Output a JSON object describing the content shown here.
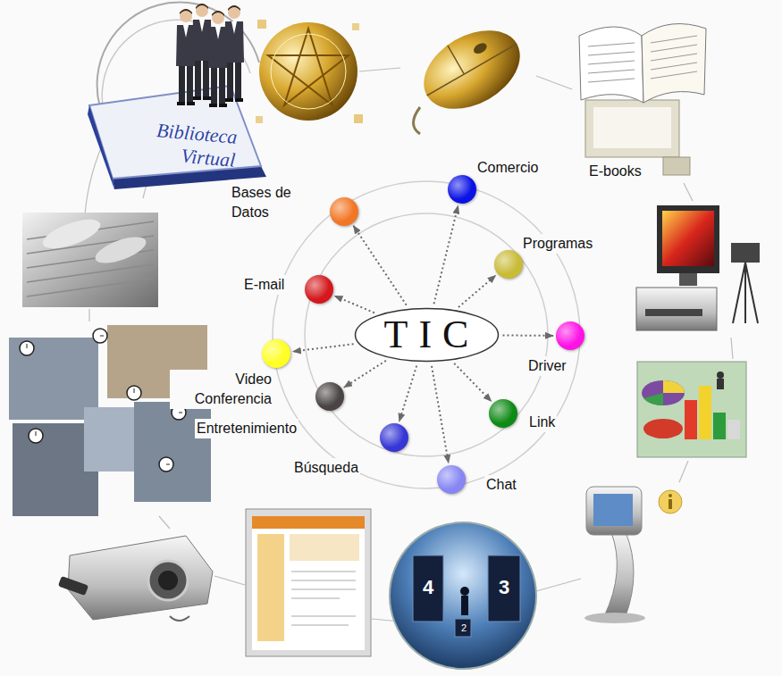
{
  "diagram": {
    "nodes": [
      {
        "text": [
          "TIC"
        ]
      },
      {
        "text": [
          "Comercio"
        ]
      },
      {
        "text": [
          "Bases de Datos"
        ]
      },
      {
        "text": [
          "Programas"
        ]
      },
      {
        "text": [
          "E-mail"
        ]
      },
      {
        "text": [
          "Driver"
        ]
      },
      {
        "text": [
          "Video Conferencia"
        ]
      },
      {
        "text": [
          "Entretenimiento"
        ]
      },
      {
        "text": [
          "Link"
        ]
      },
      {
        "text": [
          "Búsqueda"
        ]
      },
      {
        "text": [
          "Chat"
        ]
      }
    ],
    "edges": [
      {
        "from": 0,
        "to": 1,
        "arrow": "to"
      },
      {
        "from": 0,
        "to": 2,
        "arrow": "to"
      },
      {
        "from": 0,
        "to": 3,
        "arrow": "to"
      },
      {
        "from": 0,
        "to": 4,
        "arrow": "to"
      },
      {
        "from": 0,
        "to": 5,
        "arrow": "to"
      },
      {
        "from": 0,
        "to": 6,
        "arrow": "to"
      },
      {
        "from": 0,
        "to": 7,
        "arrow": "to"
      },
      {
        "from": 0,
        "to": 8,
        "arrow": "to"
      },
      {
        "from": 0,
        "to": 9,
        "arrow": "to"
      },
      {
        "from": 0,
        "to": 10,
        "arrow": "to"
      }
    ],
    "labels": [
      "Biblioteca Virtual",
      "E-books",
      "4",
      "2",
      "3"
    ]
  }
}
